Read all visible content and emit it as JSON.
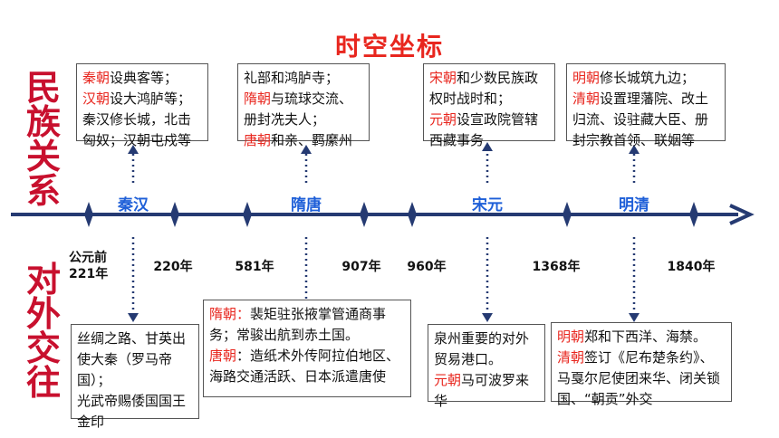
{
  "title": "时空坐标",
  "labels": {
    "ethnic": "民族关系",
    "foreign": "对外交往"
  },
  "eras": [
    "秦汉",
    "隋唐",
    "宋元",
    "明清"
  ],
  "years": [
    "公元前221年",
    "220年",
    "581年",
    "907年",
    "960年",
    "1368年",
    "1840年"
  ],
  "colors": {
    "title": "#e8261e",
    "axis": "#253a72",
    "era": "#1e5fd8",
    "highlight": "#e8261e",
    "label": "#c8102e"
  },
  "ethnic_boxes": [
    {
      "lines": [
        [
          {
            "t": "秦朝",
            "h": true
          },
          {
            "t": "设典客等；",
            "h": false
          }
        ],
        [
          {
            "t": "汉朝",
            "h": true
          },
          {
            "t": "设大鸿胪等；",
            "h": false
          }
        ],
        [
          {
            "t": "秦汉修长城，北击",
            "h": false
          }
        ],
        [
          {
            "t": "匈奴；汉朝屯戍等",
            "h": false
          }
        ]
      ]
    },
    {
      "lines": [
        [
          {
            "t": "礼部和鸿胪寺；",
            "h": false
          }
        ],
        [
          {
            "t": "隋朝",
            "h": true
          },
          {
            "t": "与琉球交流、",
            "h": false
          }
        ],
        [
          {
            "t": "册封冼夫人；",
            "h": false
          }
        ],
        [
          {
            "t": "唐朝",
            "h": true
          },
          {
            "t": "和亲、羁縻州",
            "h": false
          }
        ]
      ]
    },
    {
      "lines": [
        [
          {
            "t": "宋朝",
            "h": true
          },
          {
            "t": "和少数民族政",
            "h": false
          }
        ],
        [
          {
            "t": "权时战时和；",
            "h": false
          }
        ],
        [
          {
            "t": "元朝",
            "h": true
          },
          {
            "t": "设宣政院管辖",
            "h": false
          }
        ],
        [
          {
            "t": "西藏事务",
            "h": false
          }
        ]
      ]
    },
    {
      "lines": [
        [
          {
            "t": "明朝",
            "h": true
          },
          {
            "t": "修长城筑九边；",
            "h": false
          }
        ],
        [
          {
            "t": "清朝",
            "h": true
          },
          {
            "t": "设置理藩院、改土",
            "h": false
          }
        ],
        [
          {
            "t": "归流、设驻藏大臣、册",
            "h": false
          }
        ],
        [
          {
            "t": "封宗教首领、联姻等",
            "h": false
          }
        ]
      ]
    }
  ],
  "foreign_boxes": [
    {
      "lines": [
        [
          {
            "t": "丝绸之路、甘英出",
            "h": false
          }
        ],
        [
          {
            "t": "使大秦（罗马帝",
            "h": false
          }
        ],
        [
          {
            "t": "国）；",
            "h": false
          }
        ],
        [
          {
            "t": "光武帝赐倭国国王",
            "h": false
          }
        ],
        [
          {
            "t": "金印",
            "h": false
          }
        ]
      ]
    },
    {
      "lines": [
        [
          {
            "t": "隋朝：",
            "h": true
          },
          {
            "t": "裴矩驻张掖掌管通商事",
            "h": false
          }
        ],
        [
          {
            "t": "务；常骏出航到赤土国。",
            "h": false
          }
        ],
        [
          {
            "t": "唐朝",
            "h": true
          },
          {
            "t": "：造纸术外传阿拉伯地区、",
            "h": false
          }
        ],
        [
          {
            "t": "海路交通活跃、日本派遣唐使",
            "h": false
          }
        ]
      ]
    },
    {
      "lines": [
        [
          {
            "t": "泉州重要的对外",
            "h": false
          }
        ],
        [
          {
            "t": "贸易港口。",
            "h": false
          }
        ],
        [
          {
            "t": "元朝",
            "h": true
          },
          {
            "t": "马可波罗来",
            "h": false
          }
        ],
        [
          {
            "t": "华",
            "h": false
          }
        ]
      ]
    },
    {
      "lines": [
        [
          {
            "t": "明朝",
            "h": true
          },
          {
            "t": "郑和下西洋、海禁。",
            "h": false
          }
        ],
        [
          {
            "t": "清朝",
            "h": true
          },
          {
            "t": "签订《尼布楚条约》、",
            "h": false
          }
        ],
        [
          {
            "t": "马戛尔尼使团来华、闭关锁",
            "h": false
          }
        ],
        [
          {
            "t": "国、“朝贡”外交",
            "h": false
          }
        ]
      ]
    }
  ]
}
